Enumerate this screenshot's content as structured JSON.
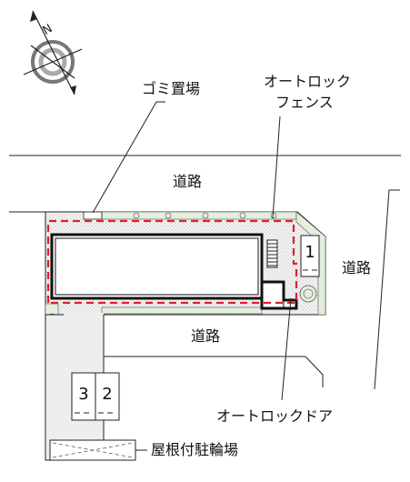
{
  "compass": {
    "north_letter": "N",
    "icon": "compass-rose-icon"
  },
  "labels": {
    "garbage": "ゴミ置場",
    "autolock_fence_1": "オートロック",
    "autolock_fence_2": "フェンス",
    "road_top": "道路",
    "road_right": "道路",
    "road_bottom": "道路",
    "autolock_door": "オートロックドア",
    "bike_parking": "屋根付駐輪場"
  },
  "parking": {
    "space_1": "1",
    "space_2": "2",
    "space_3": "3"
  },
  "colors": {
    "lot_boundary": "#e0202a",
    "greenery": "#e3eedd",
    "ground": "#eeeeee",
    "line": "#222222"
  }
}
